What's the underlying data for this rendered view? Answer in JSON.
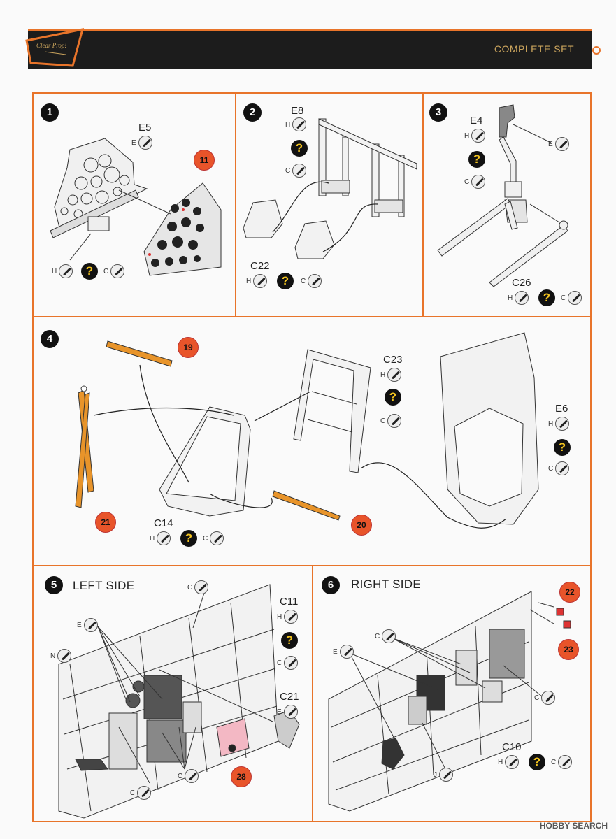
{
  "header": {
    "brand": "Clear Prop!",
    "title": "COMPLETE SET",
    "colors": {
      "accent": "#e8742a",
      "bar": "#1c1c1c",
      "title": "#c9a35c"
    }
  },
  "steps": [
    {
      "number": "1",
      "title": ""
    },
    {
      "number": "2",
      "title": ""
    },
    {
      "number": "3",
      "title": ""
    },
    {
      "number": "4",
      "title": ""
    },
    {
      "number": "5",
      "title": "LEFT SIDE"
    },
    {
      "number": "6",
      "title": "RIGHT SIDE"
    }
  ],
  "part_labels": {
    "e5": "E5",
    "e8": "E8",
    "e4": "E4",
    "c22": "C22",
    "c26": "C26",
    "c23": "C23",
    "e6": "E6",
    "c14": "C14",
    "c11": "C11",
    "c21": "C21",
    "c10": "C10"
  },
  "paint_codes": {
    "h": "H",
    "c": "C",
    "e": "E",
    "n": "N",
    "j": "J"
  },
  "unknown_color_glyph": "?",
  "decals": {
    "d11": "11",
    "d19": "19",
    "d20": "20",
    "d21": "21",
    "d22": "22",
    "d23": "23",
    "d28": "28"
  },
  "watermark": "HOBBY SEARCH"
}
